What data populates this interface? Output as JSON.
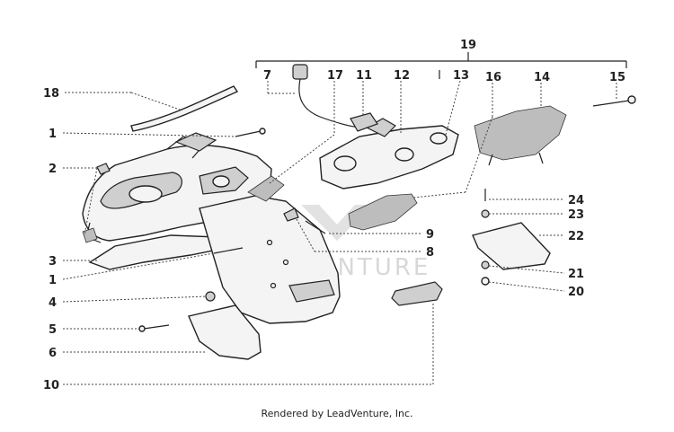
{
  "diagram": {
    "watermark": "LEADVENTURE",
    "caption": "Rendered by LeadVenture, Inc.",
    "callouts": [
      "1",
      "1",
      "2",
      "3",
      "4",
      "5",
      "6",
      "7",
      "8",
      "9",
      "10",
      "11",
      "12",
      "13",
      "14",
      "15",
      "16",
      "17",
      "18",
      "19",
      "20",
      "21",
      "22",
      "23",
      "24"
    ]
  }
}
